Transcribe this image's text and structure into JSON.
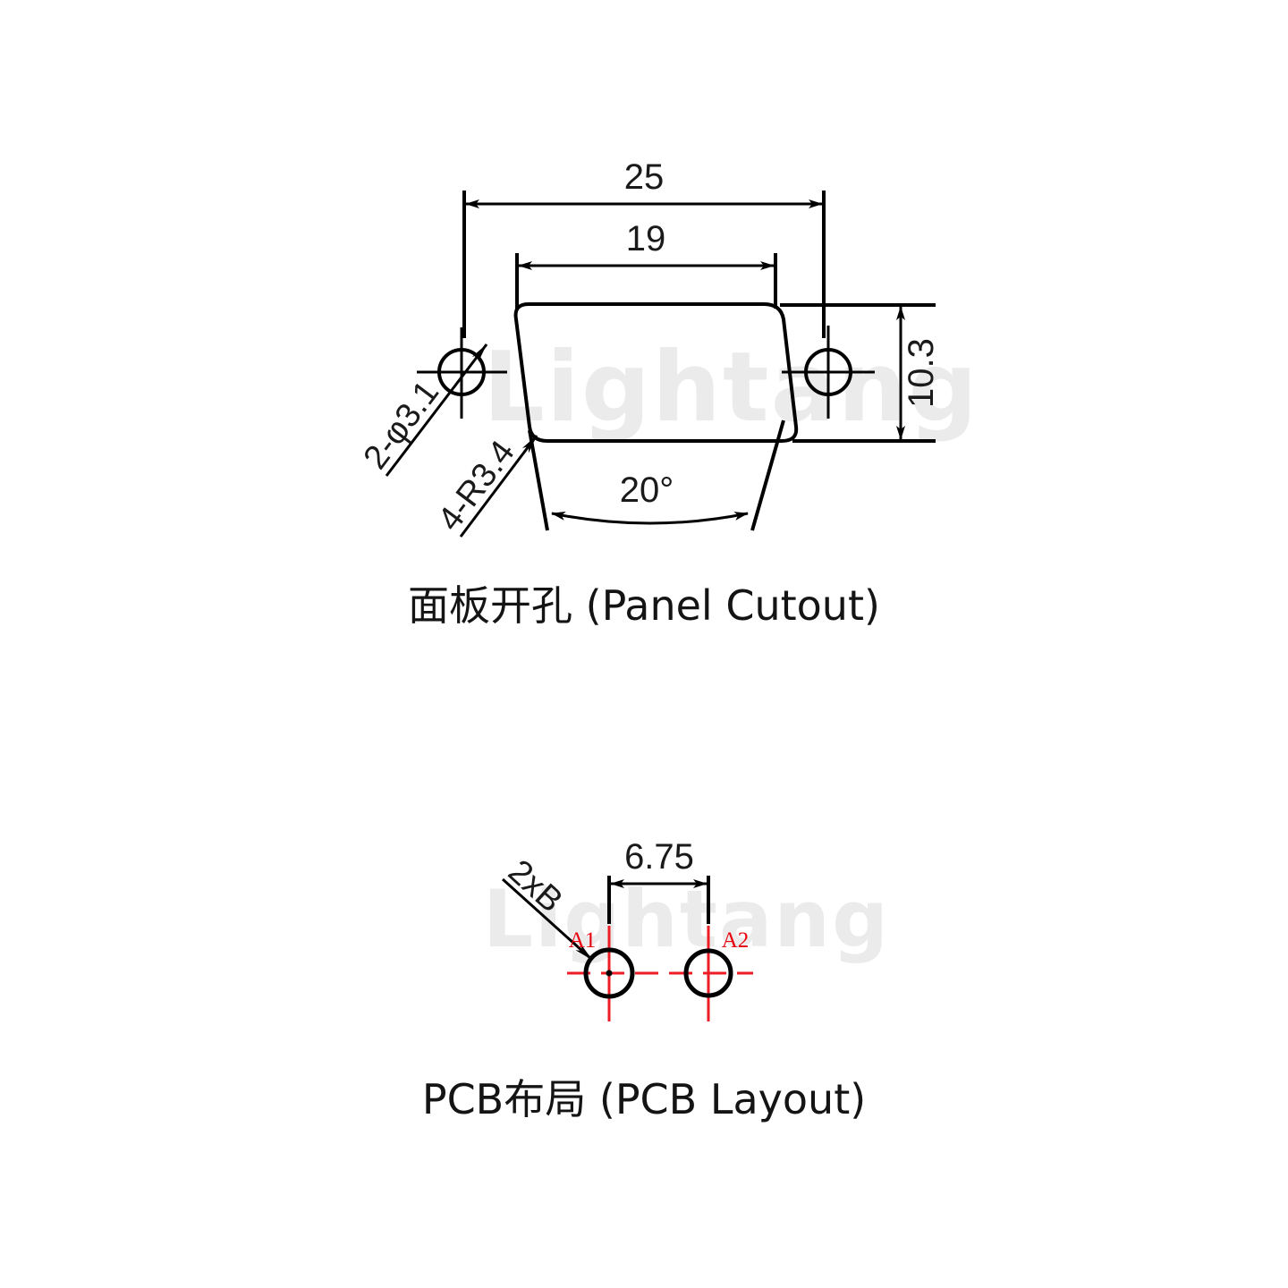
{
  "page": {
    "background_color": "#ffffff",
    "line_color": "#000000",
    "accent_color": "#ee1c25",
    "watermark_color": "#ebebeb",
    "watermark_text": "Lightang"
  },
  "panel_cutout": {
    "caption": "面板开孔 (Panel Cutout)",
    "dimensions": {
      "overall_width": "25",
      "opening_width": "19",
      "height": "10.3",
      "angle": "20°",
      "holes": "2-φ3.1",
      "corner_radius": "4-R3.4"
    }
  },
  "pcb_layout": {
    "caption": "PCB布局 (PCB Layout)",
    "dimensions": {
      "pitch": "6.75",
      "hole_callout": "2xB"
    },
    "pins": [
      {
        "label": "A1"
      },
      {
        "label": "A2"
      }
    ]
  }
}
